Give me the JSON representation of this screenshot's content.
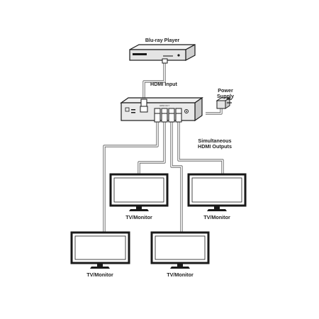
{
  "labels": {
    "source": "Blu-ray Player",
    "input": "HDMI Input",
    "power_line1": "Power",
    "power_line2": "Supply",
    "outputs_line1": "Simultaneous",
    "outputs_line2": "HDMI Outputs",
    "tv1": "TV/Monitor",
    "tv2": "TV/Monitor",
    "tv3": "TV/Monitor",
    "tv4": "TV/Monitor",
    "splitter_port_label": "HDMI OUT"
  },
  "colors": {
    "line": "#1a1a1a",
    "cable": "#555555",
    "device_fill": "#e9e9e9",
    "screen_fill": "#ffffff"
  },
  "icons": [
    "bluray-player-icon",
    "hdmi-splitter-icon",
    "power-adapter-icon",
    "tv-monitor-icon"
  ]
}
